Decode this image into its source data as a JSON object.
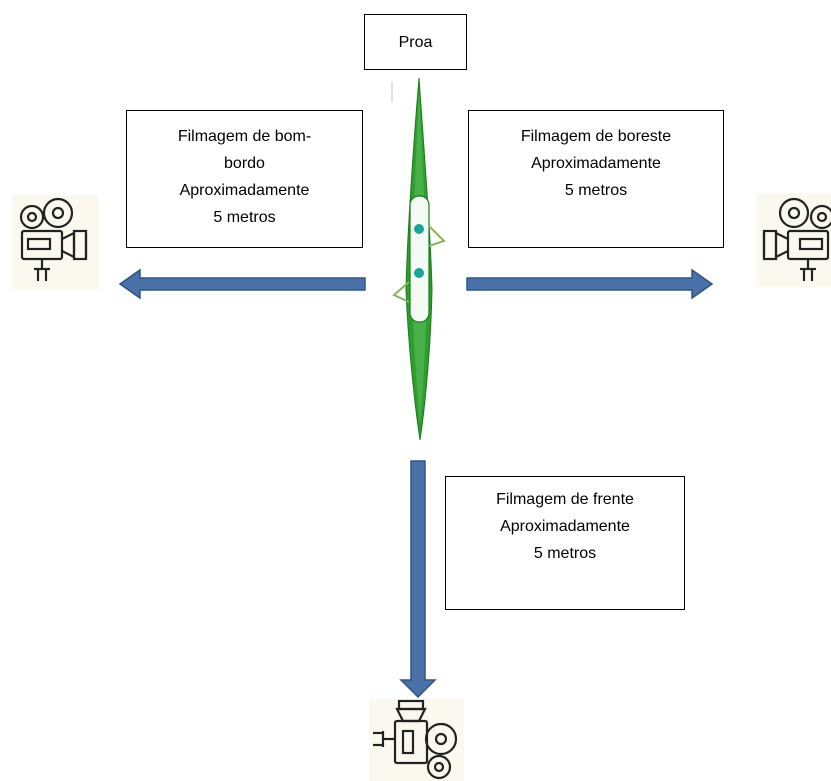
{
  "labels": {
    "bow": "Proa",
    "port": {
      "lines": [
        "Filmagem de bom-",
        "bordo",
        "Aproximadamente",
        "5 metros"
      ]
    },
    "starboard": {
      "lines": [
        "Filmagem de boreste",
        "Aproximadamente",
        "5 metros"
      ]
    },
    "front": {
      "lines": [
        "Filmagem de frente",
        "Aproximadamente",
        "5 metros"
      ]
    }
  },
  "icons": {
    "boat": "kayak-icon",
    "left_camera": "movie-camera-icon",
    "right_camera": "movie-camera-icon",
    "bottom_camera": "movie-camera-icon",
    "left_arrow": "arrow-left-icon",
    "right_arrow": "arrow-right-icon",
    "down_arrow": "arrow-down-icon"
  },
  "colors": {
    "arrow_fill": "#4a72a8",
    "arrow_stroke": "#2f5587",
    "boat_green": "#2e9e2e",
    "boat_dark": "#1d7a1d",
    "camera_line": "#222222"
  }
}
